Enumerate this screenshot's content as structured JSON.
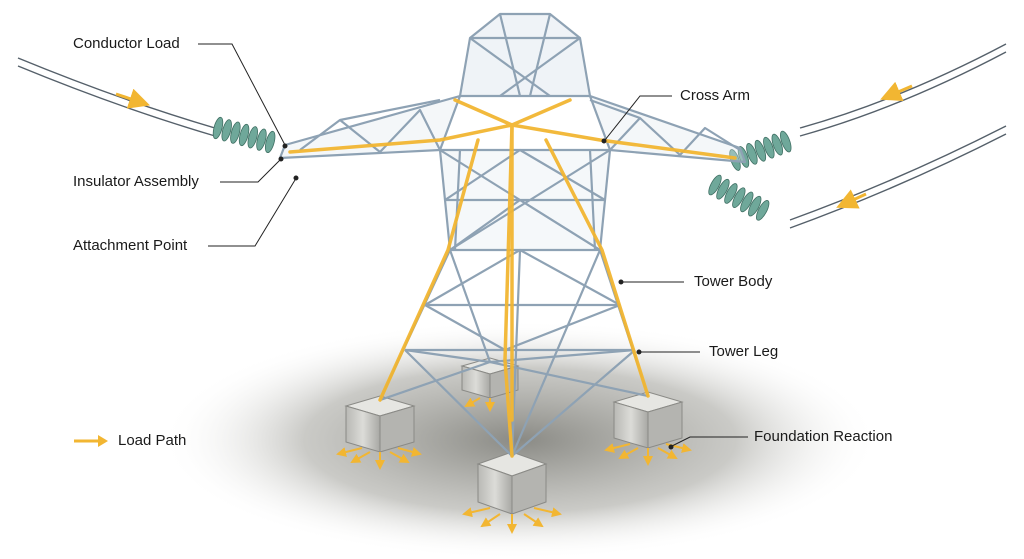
{
  "labels": {
    "conductor_load": "Conductor Load",
    "insulator_assembly": "Insulator Assembly",
    "attachment_point": "Attachment Point",
    "cross_arm": "Cross Arm",
    "tower_body": "Tower Body",
    "tower_leg": "Tower Leg",
    "foundation_reaction": "Foundation Reaction"
  },
  "legend": {
    "load_path": "Load Path"
  },
  "colors": {
    "load_path": "#f2b632",
    "steel": "#9fb3c4",
    "steel_dark": "#5f7384",
    "insulator": "#6fa89a",
    "concrete": "#c9c9c6",
    "ground": "#8a8a84",
    "leader": "#222222"
  }
}
